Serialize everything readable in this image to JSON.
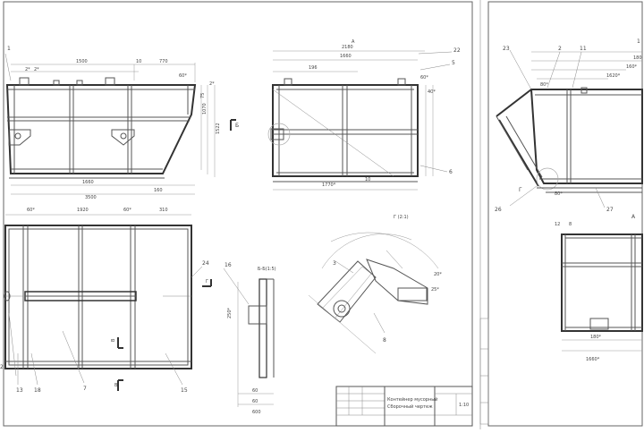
{
  "sheet_left": {
    "view_side": {
      "label": "1",
      "dims_top": [
        "2*",
        "2*",
        "1500",
        "10",
        "770",
        "60*"
      ],
      "dims_right": [
        "75",
        "1070",
        "1522",
        "2*"
      ],
      "dims_bottom": [
        "1660",
        "160",
        "3500"
      ],
      "section_mark": "Б"
    },
    "view_front": {
      "title": "А",
      "dims_top": [
        "2180",
        "1660",
        "196"
      ],
      "dims_right": [
        "22",
        "5",
        "60*",
        "40*"
      ],
      "dims_bottom": [
        "1770*",
        "10"
      ],
      "leader_right": "6"
    },
    "view_top": {
      "dims_top": [
        "60*",
        "1920",
        "60*",
        "310"
      ],
      "labels": [
        "2",
        "13",
        "18",
        "7",
        "15",
        "24"
      ],
      "section_marks": [
        "В",
        "В",
        "Г"
      ]
    },
    "section_bb": {
      "title": "Б-Б(1:5)",
      "labels": [
        "16"
      ],
      "dims": [
        "250*",
        "60",
        "60",
        "600"
      ]
    },
    "detail_g": {
      "title": "Г (2:1)",
      "labels": [
        "3",
        "8",
        "20*",
        "25*"
      ]
    },
    "title_block": {
      "name": "Контейнер мусорный",
      "doc": "Сборочный чертеж",
      "scale": "1:10"
    }
  },
  "sheet_right": {
    "view_side": {
      "labels": [
        "23",
        "2",
        "11",
        "1"
      ],
      "dims_top": [
        "180",
        "160*",
        "1620*",
        "80*"
      ],
      "bottom_labels": [
        "26",
        "Г",
        "27",
        "80*",
        "А"
      ]
    },
    "view_plan": {
      "dims_top": [
        "12",
        "8"
      ],
      "dims_bottom": [
        "180*",
        "1660*"
      ]
    }
  }
}
